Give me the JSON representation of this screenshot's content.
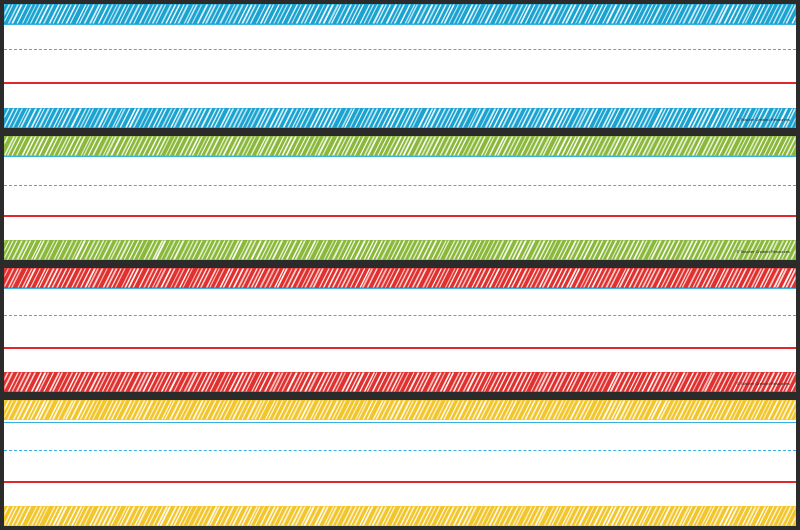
{
  "page": {
    "background": "#2b2b2b"
  },
  "strips": [
    {
      "name": "blue",
      "band_color": "#1aa3d1",
      "guide_color": "#38b3e0",
      "baseline_color": "#e3262b",
      "copyright": "© Teacher Created Resources"
    },
    {
      "name": "green",
      "band_color": "#8ab83a",
      "guide_color": "#38b3e0",
      "baseline_color": "#e3262b",
      "copyright": "© Teacher Created Resources"
    },
    {
      "name": "red",
      "band_color": "#e0312f",
      "guide_color": "#38b3e0",
      "baseline_color": "#e3262b",
      "copyright": "© Teacher Created Resources"
    },
    {
      "name": "yellow",
      "band_color": "#f2c52a",
      "guide_color": "#38b3e0",
      "baseline_color": "#e3262b",
      "copyright": ""
    }
  ]
}
